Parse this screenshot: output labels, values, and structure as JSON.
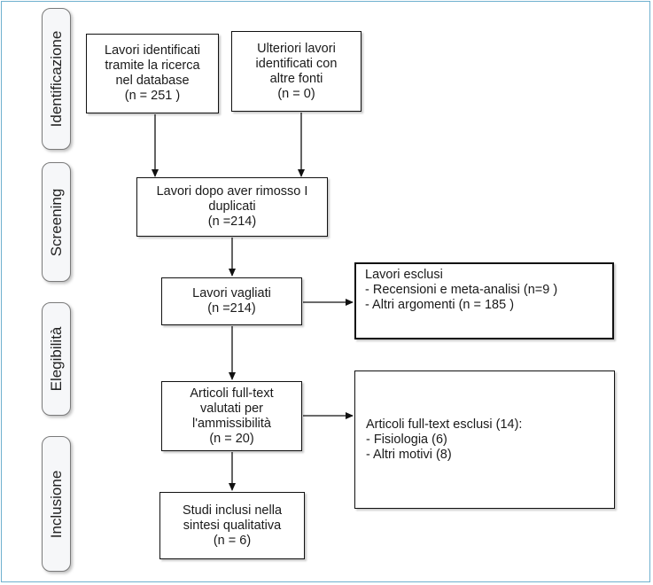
{
  "phases": {
    "identification": "Identificazione",
    "screening": "Screening",
    "eligibility": "Elegibilità",
    "inclusion": "Inclusione"
  },
  "boxes": {
    "records_database": {
      "lines": [
        "Lavori identificati",
        "tramite la ricerca",
        "nel database",
        "(n = 251 )"
      ]
    },
    "records_other_sources": {
      "lines": [
        "Ulteriori lavori",
        "identificati con",
        "altre fonti",
        "(n = 0)"
      ]
    },
    "after_duplicates": {
      "lines": [
        "Lavori dopo aver rimosso I",
        "duplicati",
        "(n =214)"
      ]
    },
    "screened": {
      "lines": [
        "Lavori  vagliati",
        "(n =214)"
      ]
    },
    "excluded": {
      "lines": [
        "Lavori esclusi",
        "- Recensioni e meta-analisi (n=9 )",
        "- Altri argomenti (n = 185 )"
      ]
    },
    "full_text_assessed": {
      "lines": [
        "Articoli full-text",
        "valutati per",
        "l'ammissibilità",
        "(n = 20)"
      ]
    },
    "full_text_excluded": {
      "lines": [
        "Articoli full-text esclusi (14):",
        "- Fisiologia (6)",
        "- Altri motivi (8)"
      ]
    },
    "included": {
      "lines": [
        "Studi inclusi nella",
        "sintesi qualitativa",
        "(n = 6)"
      ]
    }
  }
}
